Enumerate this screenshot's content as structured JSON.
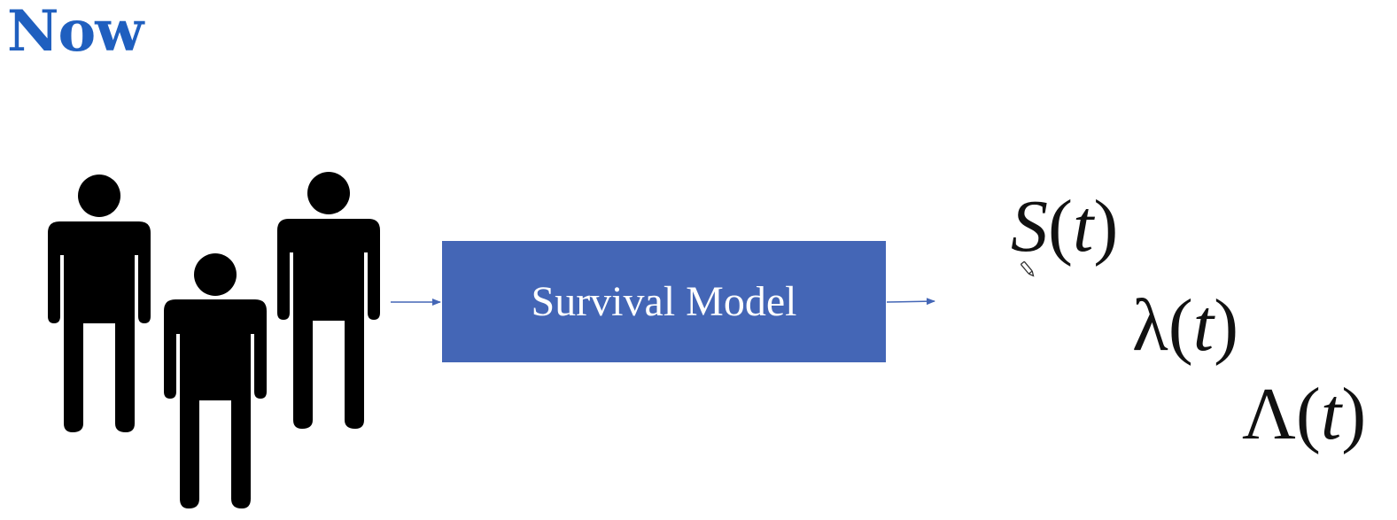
{
  "title": "Now",
  "model_box": {
    "label": "Survival Model"
  },
  "outputs": [
    {
      "symbol": "S",
      "open": "(",
      "arg": "t",
      "close": ")"
    },
    {
      "symbol": "λ",
      "open": "(",
      "arg": "t",
      "close": ")"
    },
    {
      "symbol": "Λ",
      "open": "(",
      "arg": "t",
      "close": ")"
    }
  ],
  "colors": {
    "title": "#1f5fbf",
    "box_fill": "#4466b6",
    "arrow": "#4466b6",
    "figure": "#000000"
  }
}
